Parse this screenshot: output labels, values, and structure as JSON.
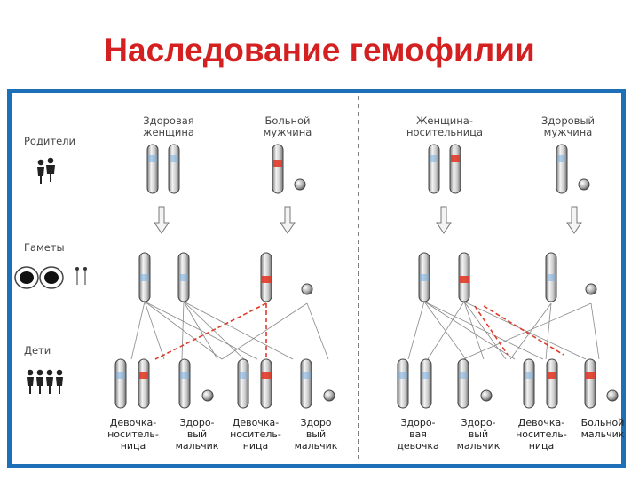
{
  "title": "Наследование гемофилии",
  "side_labels": {
    "parents": "Родители",
    "gametes": "Гаметы",
    "children": "Дети"
  },
  "left": {
    "mother": [
      "Здоровая",
      "женщина"
    ],
    "father": [
      "Больной",
      "мужчина"
    ],
    "children": [
      [
        "Девочка-",
        "носитель-",
        "ница"
      ],
      [
        "Здоро-",
        "вый",
        "мальчик"
      ],
      [
        "Девочка-",
        "носитель-",
        "ница"
      ],
      [
        "Здоро",
        "вый",
        "мальчик"
      ]
    ]
  },
  "right": {
    "mother": [
      "Женщина-",
      "носительница"
    ],
    "father": [
      "Здоровый",
      "мужчина"
    ],
    "children": [
      [
        "Здоро-",
        "вая",
        "девочка"
      ],
      [
        "Здоро-",
        "вый",
        "мальчик"
      ],
      [
        "Девочка-",
        "носитель-",
        "ница"
      ],
      [
        "Больной",
        "мальчик"
      ]
    ]
  },
  "colors": {
    "title": "#d42020",
    "frame": "#1d6fb8",
    "mutation": "#e03b2a",
    "healthy_band": "#7aaee0"
  }
}
